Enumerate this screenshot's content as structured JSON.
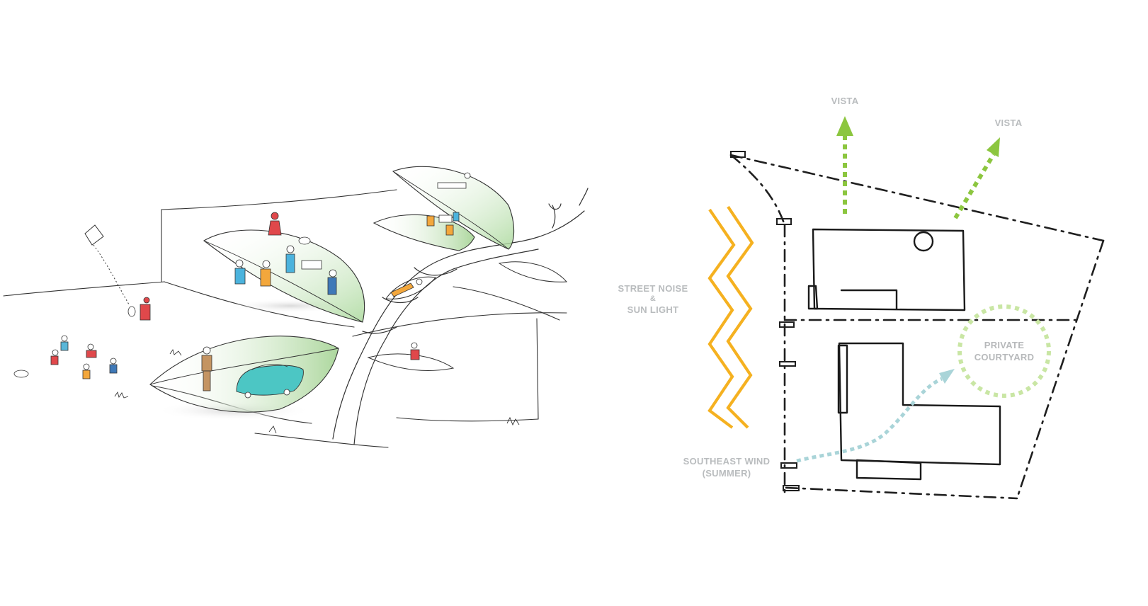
{
  "diagram": {
    "labels": {
      "vista_north": "VISTA",
      "vista_northeast": "VISTA",
      "street_noise": [
        "STREET NOISE",
        "&",
        "SUN LIGHT"
      ],
      "private_courtyard": [
        "PRIVATE",
        "COURTYARD"
      ],
      "southeast_wind": [
        "SOUTHEAST WIND",
        "(SUMMER)"
      ]
    }
  },
  "colors": {
    "ink": "#2a2a2a",
    "vista_arrow": "#8cc63f",
    "noise_zigzag": "#f5b120",
    "courtyard_ring": "#c9e6a4",
    "wind_arrow": "#a9d4d8",
    "label_gray": "#b9bcbe",
    "leaf_green": "#a6d59a",
    "car": "#4cc6c4"
  }
}
